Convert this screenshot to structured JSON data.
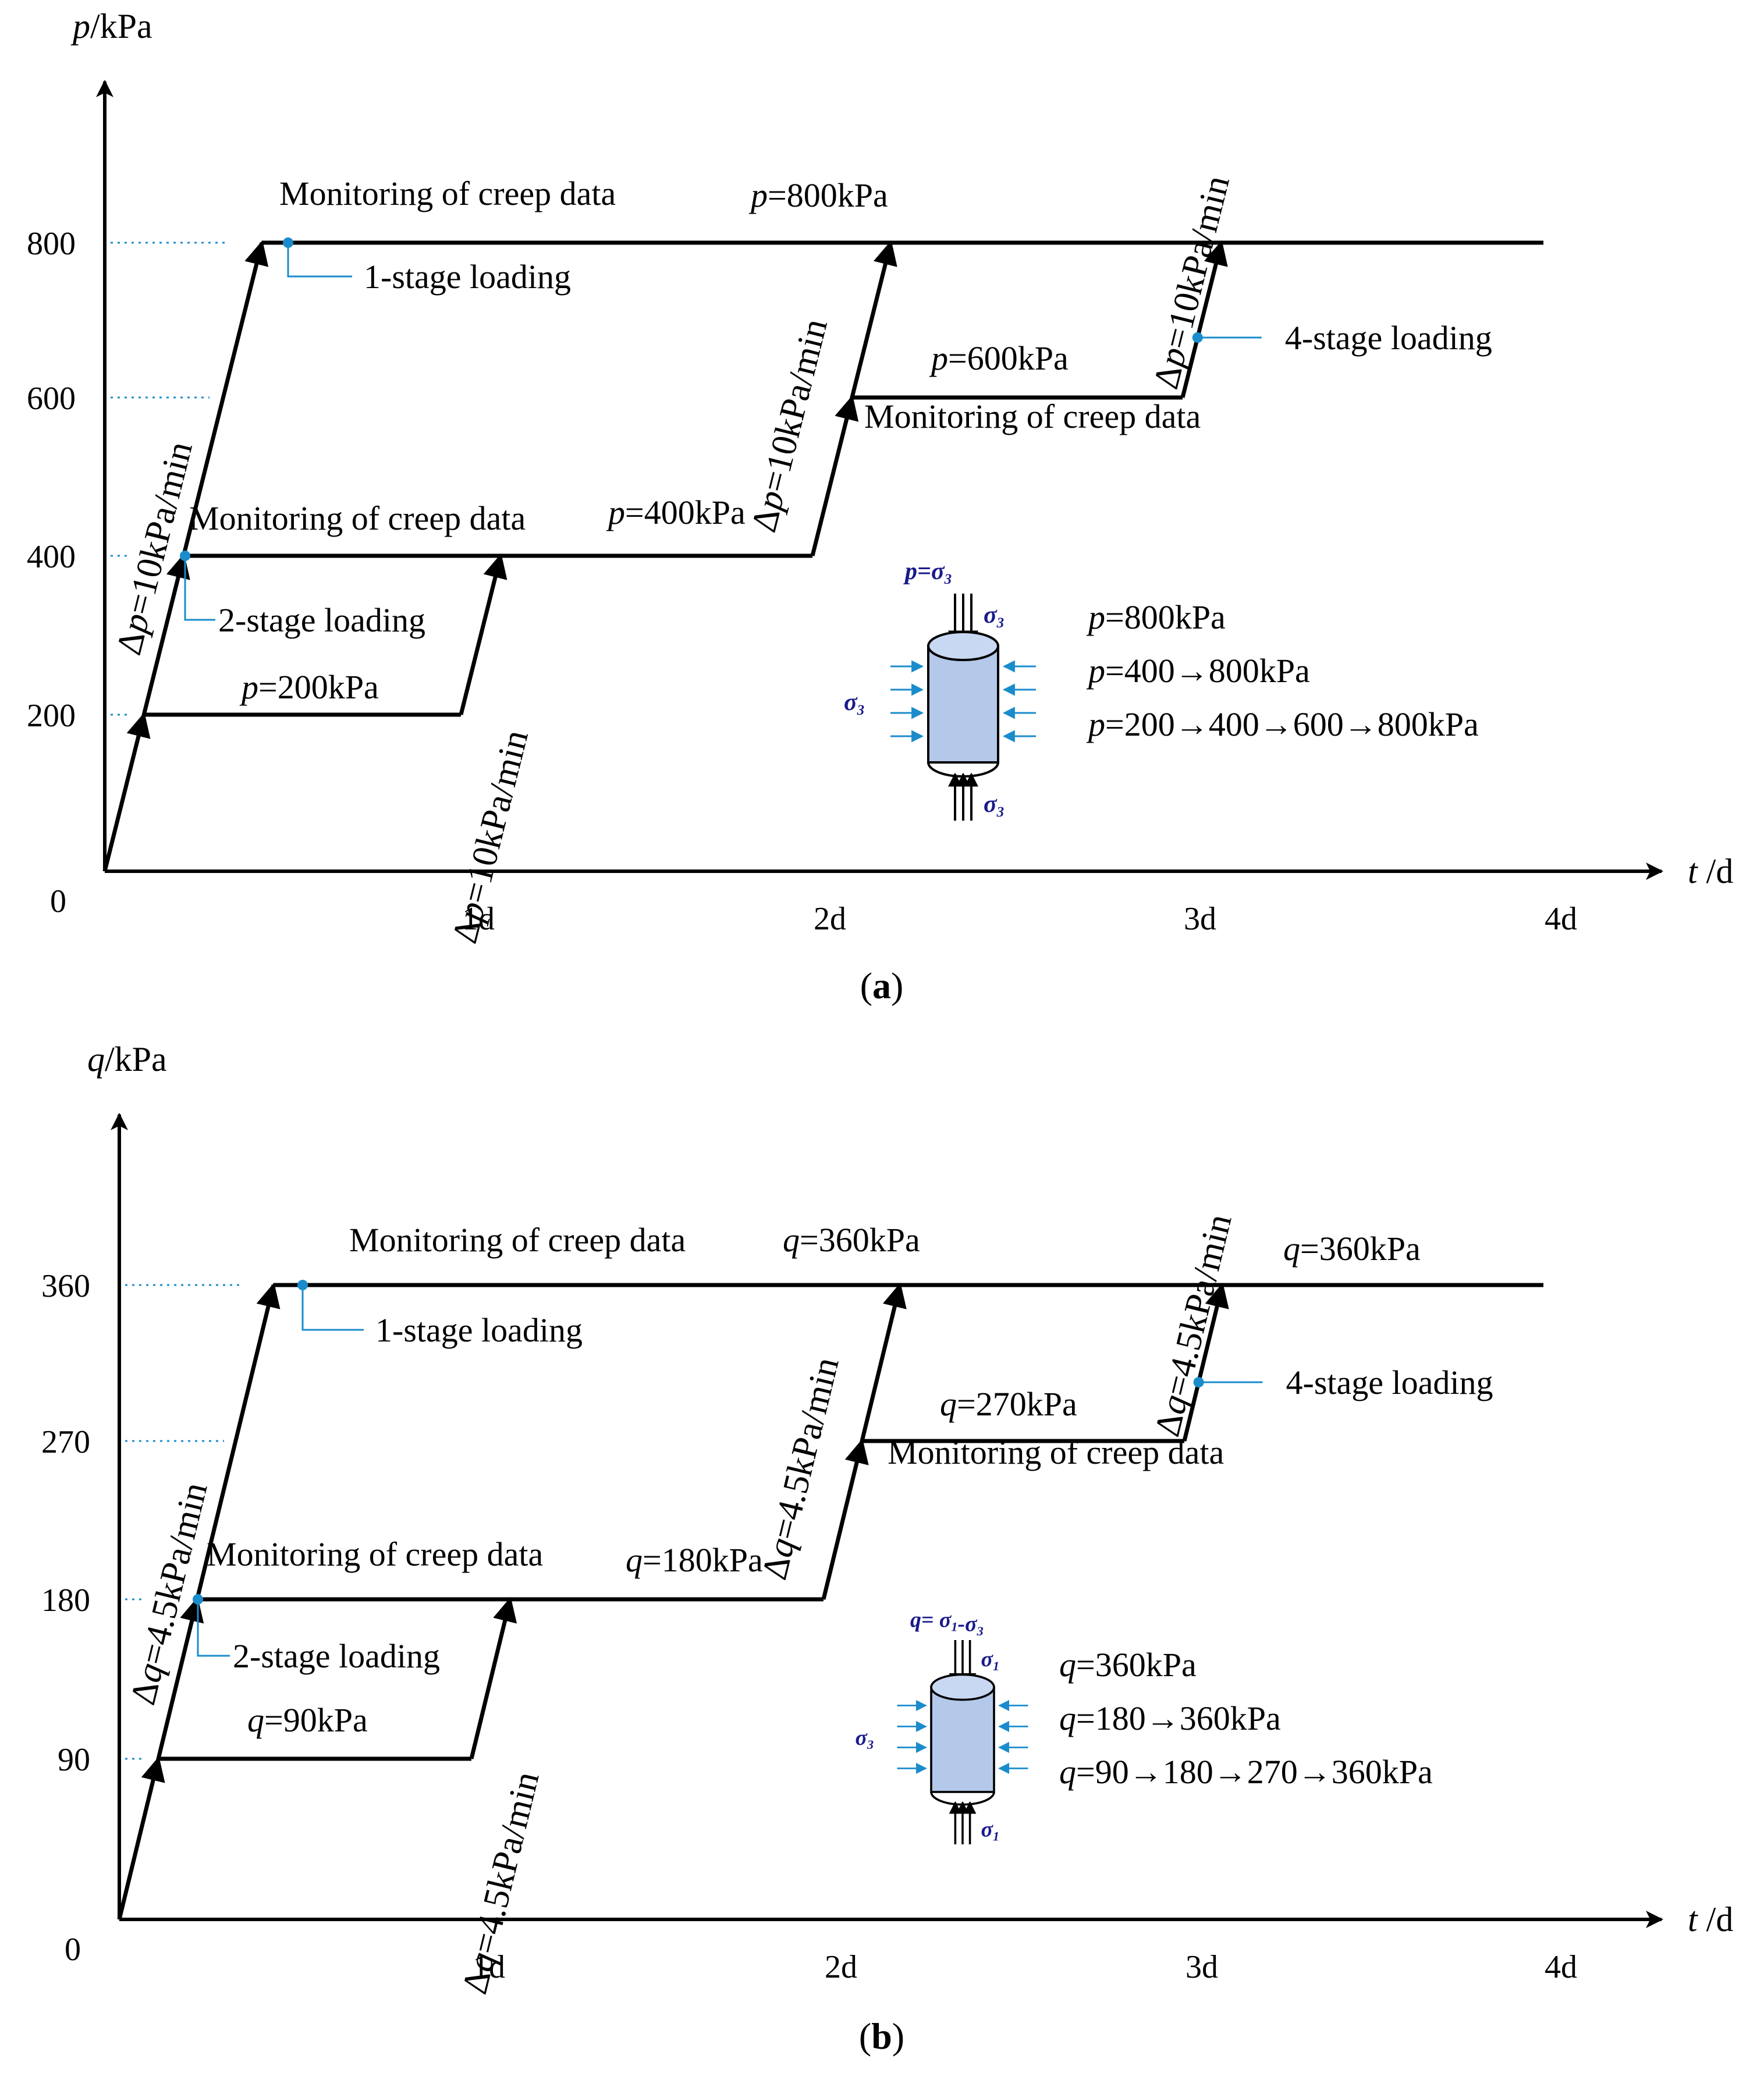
{
  "colors": {
    "line": "#000000",
    "accent": "#1a8ccc",
    "sigma": "#1a1a8c",
    "specimen": "#b4c8ea"
  },
  "panels": [
    {
      "id": "a",
      "caption_open": "(",
      "caption_letter": "a",
      "caption_close": ")",
      "y_axis_title": "p/kPa",
      "y_var": "p",
      "x_axis_title": "t /d",
      "origin_label": "0",
      "y_ticks": [
        "200",
        "400",
        "600",
        "800"
      ],
      "x_ticks": [
        "1d",
        "2d",
        "3d",
        "4d"
      ],
      "rate_label": "Δp=10kPa/min",
      "stage_labels": {
        "s1": "1-stage loading",
        "s2": "2-stage loading",
        "s4": "4-stage loading"
      },
      "monitor_label": "Monitoring of creep data",
      "plateau_labels": {
        "l200": "p=200kPa",
        "l400": "p=400kPa",
        "l600": "p=600kPa",
        "l800": "p=800kPa"
      },
      "legend": {
        "title": "p=σ3",
        "sigma_top": "σ3",
        "sigma_side": "σ3",
        "sigma_bottom": "σ3",
        "lines": [
          "p=800kPa",
          "p=400→800kPa",
          "p=200→400→600→800kPa"
        ]
      }
    },
    {
      "id": "b",
      "caption_open": "(",
      "caption_letter": "b",
      "caption_close": ")",
      "y_axis_title": "q/kPa",
      "y_var": "q",
      "x_axis_title": "t /d",
      "origin_label": "0",
      "y_ticks": [
        "90",
        "180",
        "270",
        "360"
      ],
      "x_ticks": [
        "1d",
        "2d",
        "3d",
        "4d"
      ],
      "rate_label": "Δq=4.5kPa/min",
      "stage_labels": {
        "s1": "1-stage loading",
        "s2": "2-stage loading",
        "s4": "4-stage loading"
      },
      "monitor_label": "Monitoring of creep data",
      "plateau_labels": {
        "l200": "q=90kPa",
        "l400": "q=180kPa",
        "l600": "q=270kPa",
        "l800": "q=360kPa",
        "l800b": "q=360kPa"
      },
      "legend": {
        "title": "q= σ1-σ3",
        "sigma_top": "σ1",
        "sigma_side": "σ3",
        "sigma_bottom": "σ1",
        "lines": [
          "q=360kPa",
          "q=180→360kPa",
          "q=90→180→270→360kPa"
        ]
      }
    }
  ]
}
